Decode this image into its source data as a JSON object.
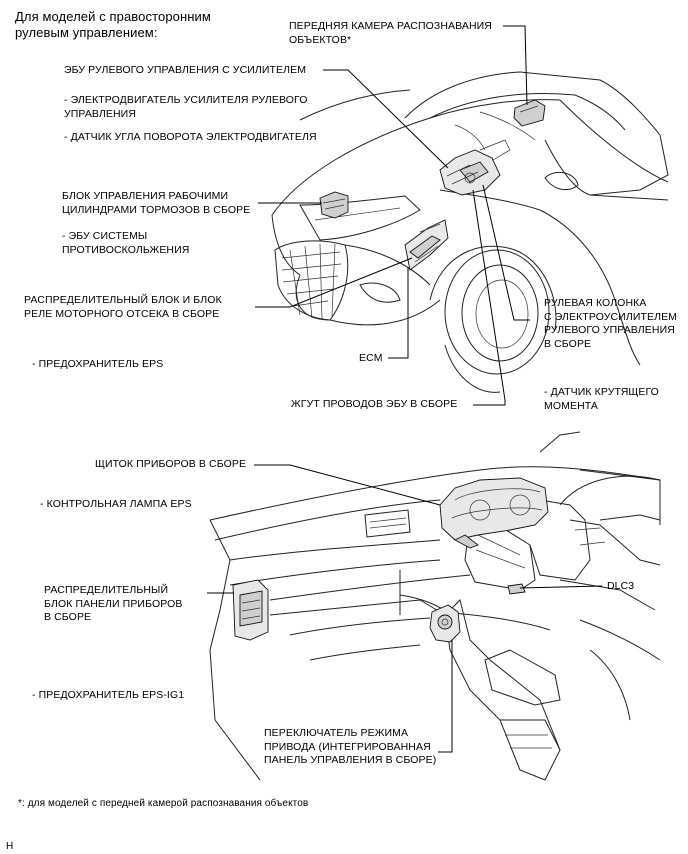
{
  "header": "Для моделей с правосторонним\nрулевым управлением:",
  "labels": {
    "front_camera": "ПЕРЕДНЯЯ КАМЕРА РАСПОЗНАВАНИЯ\nОБЪЕКТОВ*",
    "eps_ecu": "ЭБУ РУЛЕВОГО УПРАВЛЕНИЯ С УСИЛИТЕЛЕМ",
    "eps_motor": "- ЭЛЕКТРОДВИГАТЕЛЬ УСИЛИТЕЛЯ РУЛЕВОГО\nУПРАВЛЕНИЯ",
    "motor_angle_sensor": "- ДАТЧИК УГЛА ПОВОРОТА ЭЛЕКТРОДВИГАТЕЛЯ",
    "brake_actuator": "БЛОК УПРАВЛЕНИЯ РАБОЧИМИ\nЦИЛИНДРАМИ ТОРМОЗОВ В СБОРЕ",
    "skid_control_ecu": "- ЭБУ СИСТЕМЫ\nПРОТИВОСКОЛЬЖЕНИЯ",
    "engine_relay_block": "РАСПРЕДЕЛИТЕЛЬНЫЙ БЛОК И БЛОК\nРЕЛЕ МОТОРНОГО ОТСЕКА В СБОРЕ",
    "eps_fuse": "- ПРЕДОХРАНИТЕЛЬ EPS",
    "ecm": "ECM",
    "steering_column": "РУЛЕВАЯ КОЛОНКА\nС ЭЛЕКТРОУСИЛИТЕЛЕМ\nРУЛЕВОГО УПРАВЛЕНИЯ\nВ СБОРЕ",
    "torque_sensor": "- ДАТЧИК КРУТЯЩЕГО\nМОМЕНТА",
    "ecu_harness": "ЖГУТ ПРОВОДОВ ЭБУ В СБОРЕ",
    "combination_meter": "ЩИТОК ПРИБОРОВ В СБОРЕ",
    "eps_lamp": "- КОНТРОЛЬНАЯ ЛАМПА EPS",
    "instrument_junction": "РАСПРЕДЕЛИТЕЛЬНЫЙ\nБЛОК ПАНЕЛИ ПРИБОРОВ\nВ СБОРЕ",
    "dlc3": "DLC3",
    "eps_ig1_fuse": "- ПРЕДОХРАНИТЕЛЬ EPS-IG1",
    "drive_mode_switch": "ПЕРЕКЛЮЧАТЕЛЬ РЕЖИМА\nПРИВОДА (ИНТЕГРИРОВАННАЯ\nПАНЕЛЬ УПРАВЛЕНИЯ В СБОРЕ)"
  },
  "footnote": "*: для моделей с передней камерой распознавания объектов",
  "corner_mark": "H"
}
